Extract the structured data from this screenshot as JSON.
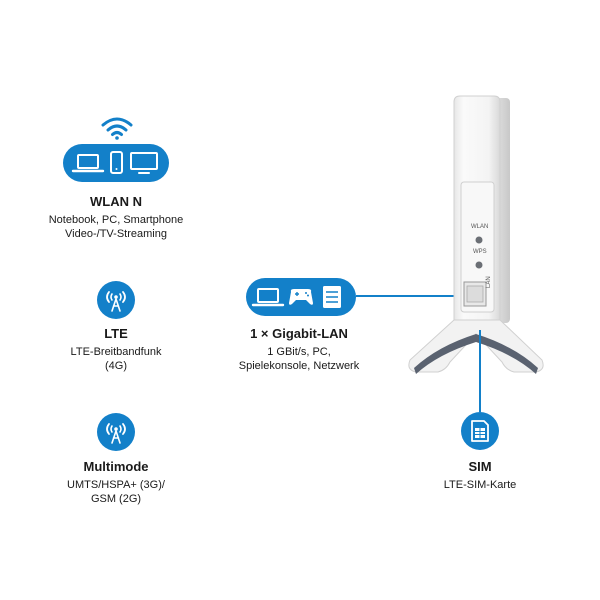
{
  "features": {
    "wlan": {
      "title": "WLAN  N",
      "lines": [
        "Notebook, PC, Smartphone",
        "Video-/TV-Streaming"
      ],
      "icons": [
        "wifi-icon",
        "laptop-icon",
        "smartphone-icon",
        "monitor-icon"
      ]
    },
    "lte": {
      "title": "LTE",
      "lines": [
        "LTE-Breitbandfunk",
        "(4G)"
      ],
      "icons": [
        "antenna-icon"
      ]
    },
    "multimode": {
      "title": "Multimode",
      "lines": [
        "UMTS/HSPA+ (3G)/",
        "GSM (2G)"
      ],
      "icons": [
        "antenna-icon"
      ]
    },
    "lan": {
      "title": "1 × Gigabit-LAN",
      "lines": [
        "1 GBit/s, PC,",
        "Spielekonsole, Netzwerk"
      ],
      "icons": [
        "laptop-icon",
        "gamepad-icon",
        "server-icon"
      ]
    },
    "sim": {
      "title": "SIM",
      "lines": [
        "LTE-SIM-Karte"
      ],
      "icons": [
        "sim-card-icon"
      ]
    }
  },
  "device": {
    "wlan_label": "WLAN",
    "wps_label": "WPS",
    "lan_label": "LAN"
  },
  "colors": {
    "accent": "#1380c9",
    "device_body": "#f2f2f2",
    "device_shadow": "#5a6270"
  }
}
